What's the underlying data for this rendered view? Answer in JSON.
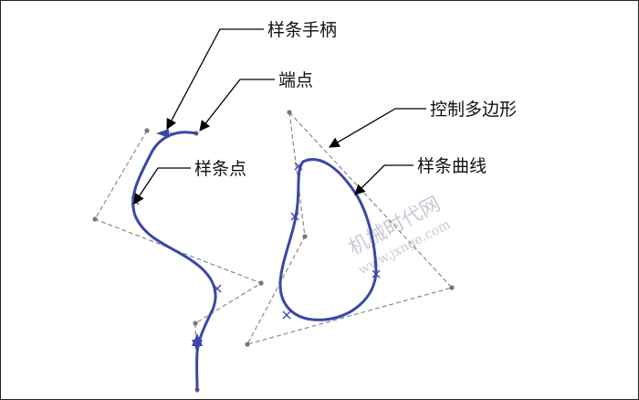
{
  "labels": {
    "spline_handle": "样条手柄",
    "endpoint": "端点",
    "control_polygon": "控制多边形",
    "spline_point": "样条点",
    "spline_curve": "样条曲线"
  },
  "watermark": {
    "line1": "机械时代网",
    "line2": "www.jxnge.com"
  },
  "colors": {
    "curve": "#3a47a8",
    "polygon": "#8a8a8a",
    "leader": "#000000"
  }
}
